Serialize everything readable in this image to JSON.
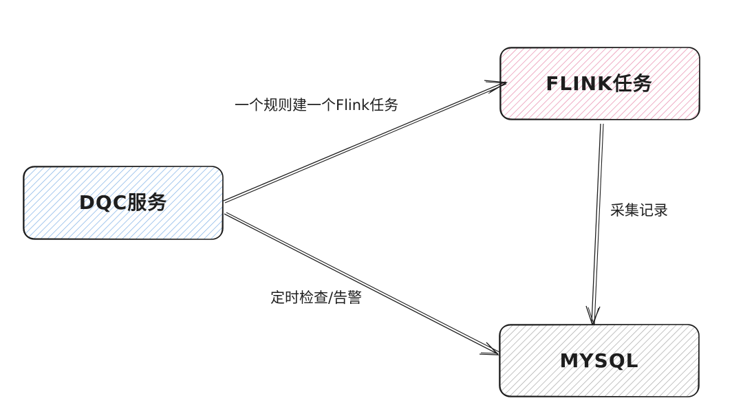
{
  "nodes": {
    "dqc": {
      "label": "DQC服务",
      "fill": "#a5c8f0",
      "stroke": "#1e1e1e"
    },
    "flink": {
      "label": "FLINK任务",
      "fill": "#f0a6c0",
      "stroke": "#1e1e1e"
    },
    "mysql": {
      "label": "MYSQL",
      "fill": "#b5b5b5",
      "stroke": "#1e1e1e"
    }
  },
  "edges": {
    "dqc_to_flink": {
      "label": "一个规则建一个Flink任务"
    },
    "flink_to_mysql": {
      "label": "采集记录"
    },
    "dqc_to_mysql": {
      "label": "定时检查/告警"
    }
  }
}
